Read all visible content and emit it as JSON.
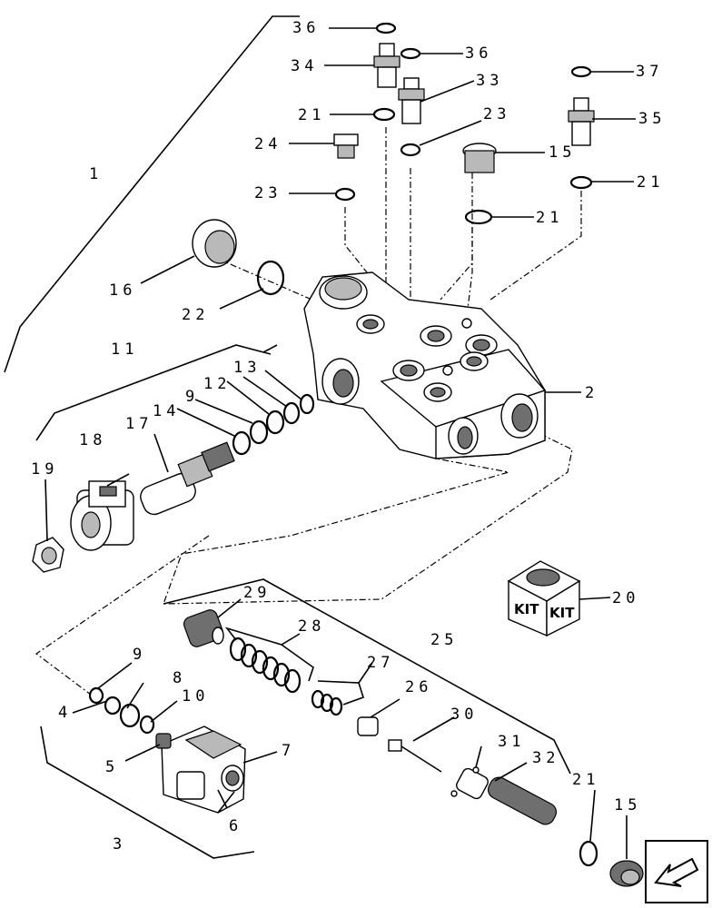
{
  "labels": {
    "p1": "1",
    "p2": "2",
    "p3": "3",
    "p4": "4",
    "p5": "5",
    "p6": "6",
    "p7": "7",
    "p8": "8",
    "p9a": "9",
    "p9b": "9",
    "p10": "10",
    "p11": "11",
    "p12": "12",
    "p13": "13",
    "p14": "14",
    "p15a": "15",
    "p15b": "15",
    "p16": "16",
    "p17": "17",
    "p18": "18",
    "p19": "19",
    "p20": "20",
    "p21a": "21",
    "p21b": "21",
    "p21c": "21",
    "p21d": "21",
    "p22": "22",
    "p23a": "23",
    "p23b": "23",
    "p24": "24",
    "p25": "25",
    "p26": "26",
    "p27": "27",
    "p28": "28",
    "p29": "29",
    "p30": "30",
    "p31": "31",
    "p32": "32",
    "p33": "33",
    "p34": "34",
    "p35": "35",
    "p36a": "36",
    "p36b": "36",
    "p37": "37"
  },
  "kit_text": "KIT",
  "icons": [
    "navigation-arrow-icon",
    "kit-box-icon"
  ]
}
